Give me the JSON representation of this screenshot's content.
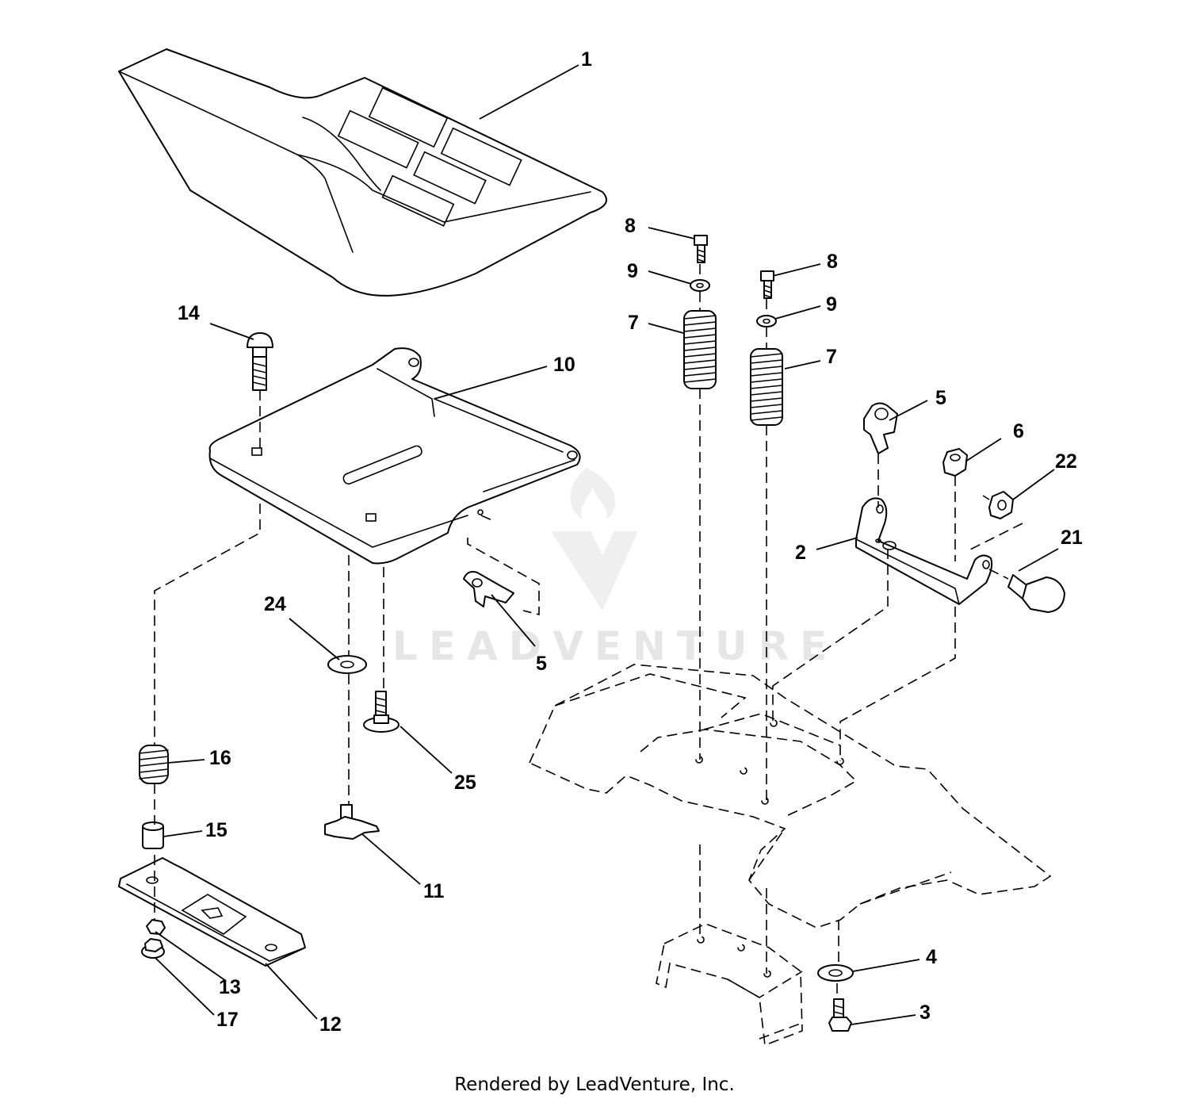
{
  "footer": "Rendered by LeadVenture, Inc.",
  "watermark": "LEADVENTURE",
  "callouts": {
    "c1": "1",
    "c2": "2",
    "c3": "3",
    "c4": "4",
    "c5a": "5",
    "c5b": "5",
    "c6": "6",
    "c7a": "7",
    "c7b": "7",
    "c8a": "8",
    "c8b": "8",
    "c9a": "9",
    "c9b": "9",
    "c10": "10",
    "c11": "11",
    "c12": "12",
    "c13": "13",
    "c14": "14",
    "c15": "15",
    "c16": "16",
    "c17": "17",
    "c21": "21",
    "c22": "22",
    "c24": "24",
    "c25": "25"
  }
}
